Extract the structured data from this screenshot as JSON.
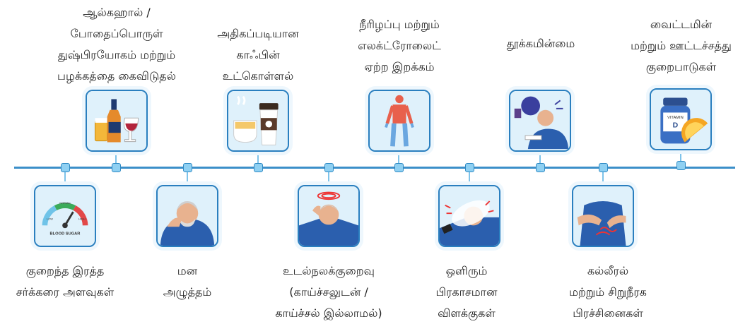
{
  "items": [
    {
      "id": "low-blood-sugar",
      "lines": [
        "குறைந்த இரத்த",
        "சர்க்கரை அளவுகள்"
      ],
      "icon": "blood-sugar-gauge-icon",
      "gauge_text": "BLOOD SUGAR",
      "gauge_low": "LOW",
      "gauge_normal": "NORMAL",
      "gauge_high": "HIGH"
    },
    {
      "id": "alcohol",
      "lines": [
        "ஆல்கஹால் /",
        "போதைப்பொருள்",
        "துஷ்பிரயோகம் மற்றும்",
        "பழக்கத்தை கைவிடுதல்"
      ],
      "icon": "alcohol-drinks-icon"
    },
    {
      "id": "depression",
      "lines": [
        "மன",
        "அழுத்தம்"
      ],
      "icon": "depressed-man-icon"
    },
    {
      "id": "caffeine",
      "lines": [
        "அதிகப்படியான",
        "காஃபின்",
        "உட்கொள்ளல்"
      ],
      "icon": "coffee-cups-icon"
    },
    {
      "id": "illness",
      "lines": [
        "உடல்நலக்குறைவு",
        "(காய்ச்சலுடன் /",
        "காய்ச்சல் இல்லாமல்)"
      ],
      "icon": "dizzy-man-icon"
    },
    {
      "id": "dehydration",
      "lines": [
        "நீரிழப்பு மற்றும்",
        "எலக்ட்ரோலைட்",
        "ஏற்ற இறக்கம்"
      ],
      "icon": "body-figure-icon"
    },
    {
      "id": "bright-lights",
      "lines": [
        "ஒளிரும்",
        "பிரகாசமான",
        "விளக்குகள்"
      ],
      "icon": "bright-light-icon"
    },
    {
      "id": "insomnia",
      "lines": [
        "தூக்கமின்மை"
      ],
      "icon": "sleepless-man-icon"
    },
    {
      "id": "liver-kidney",
      "lines": [
        "கல்லீரல்",
        "மற்றும் சிறுநீரக",
        "பிரச்சினைகள்"
      ],
      "icon": "abdomen-pain-icon"
    },
    {
      "id": "vitamin-deficiency",
      "lines": [
        "வைட்டமின்",
        "மற்றும் ஊட்டச்சத்து",
        "குறைபாடுகள்"
      ],
      "icon": "vitamin-bottle-icon",
      "bottle_text": "VITAMIN",
      "bottle_letter": "D"
    }
  ]
}
